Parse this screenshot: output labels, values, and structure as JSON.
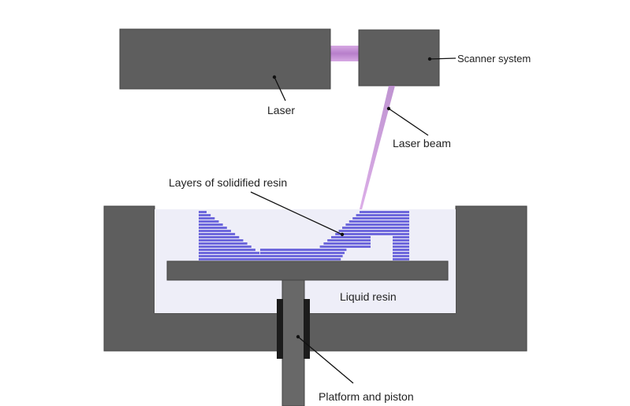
{
  "labels": {
    "laser": "Laser",
    "scanner_system": "Scanner system",
    "laser_beam": "Laser beam",
    "layers": "Layers of solidified resin",
    "liquid_resin": "Liquid resin",
    "platform_piston": "Platform and piston"
  },
  "colors": {
    "machine_gray": "#5e5e5e",
    "resin_liquid": "#eeeef8",
    "solidified_resin": "#6e68dc",
    "beam": "#c89bd9",
    "leader_line": "#111111",
    "seal": "#1c1c1c"
  }
}
